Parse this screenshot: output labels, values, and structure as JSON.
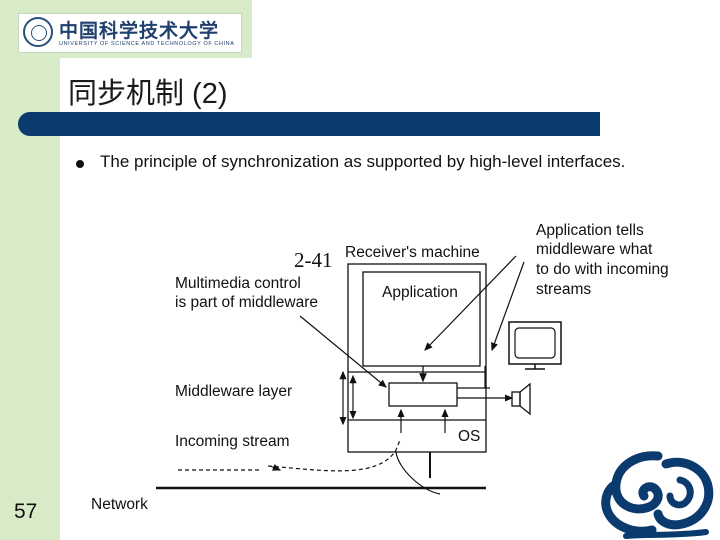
{
  "header": {
    "logo": {
      "cn": "中国科学技术大学",
      "en": "UNIVERSITY OF SCIENCE AND TECHNOLOGY OF CHINA"
    }
  },
  "slide": {
    "title": "同步机制 (2)",
    "bullet": "The principle of synchronization as supported by high-level interfaces.",
    "figure_label": "2-41",
    "page_number": "57"
  },
  "diagram": {
    "labels": {
      "receivers_machine": "Receiver's machine",
      "application": "Application",
      "multimedia_line1": "Multimedia control",
      "multimedia_line2": "is part of middleware",
      "middleware_layer": "Middleware layer",
      "incoming_stream": "Incoming stream",
      "os": "OS",
      "network": "Network",
      "tells_line1": "Application tells",
      "tells_line2": "middleware what",
      "tells_line3": "to do with incoming",
      "tells_line4": "streams"
    }
  },
  "colors": {
    "sidebar": "#d7ebc9",
    "title_bar": "#0b3a6e",
    "logo_text": "#1f3f6e",
    "dragon": "#0b3a6e"
  },
  "icons": {
    "logo": "university-seal-icon",
    "monitor": "monitor-icon",
    "speaker": "speaker-icon",
    "dragon": "dragon-logo-icon"
  }
}
